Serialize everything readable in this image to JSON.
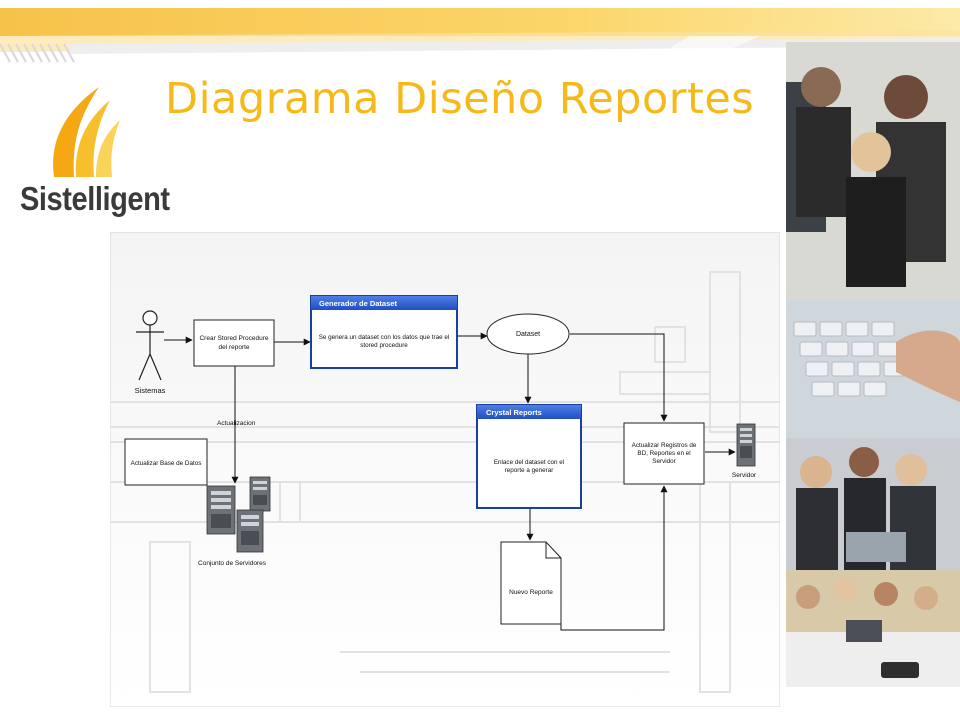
{
  "slide": {
    "title": "Diagrama Diseño Reportes",
    "logo_text": "Sistelligent"
  },
  "diagram": {
    "actor": {
      "label": "Sistemas"
    },
    "box_stored_procedure": {
      "line1": "Crear Stored Procedure",
      "line2": "del reporte"
    },
    "window_generador": {
      "title": "Generador de Dataset",
      "line1": "Se genera un dataset con los datos que trae el",
      "line2": "stored procedure"
    },
    "dataset": {
      "label": "Dataset"
    },
    "window_crystal": {
      "title": "Crystal Reports",
      "line1": "Enlace del dataset con el",
      "line2": "reporte a generar"
    },
    "box_actualizar_registros": {
      "line1": "Actualizar Registros de",
      "line2": "BD, Reportes en el",
      "line3": "Servidor"
    },
    "servidor": {
      "label": "Servidor"
    },
    "actualizacion": {
      "label": "Actualizacion"
    },
    "box_actualizar_bd": {
      "label": "Actualizar Base de Datos"
    },
    "servidores": {
      "label": "Conjunto de Servidores"
    },
    "nuevo_reporte": {
      "label": "Nuevo Reporte"
    },
    "colors": {
      "window_title": "#2f5fd0",
      "window_border": "#1b3fa0",
      "accent": "#f5b91a"
    }
  }
}
